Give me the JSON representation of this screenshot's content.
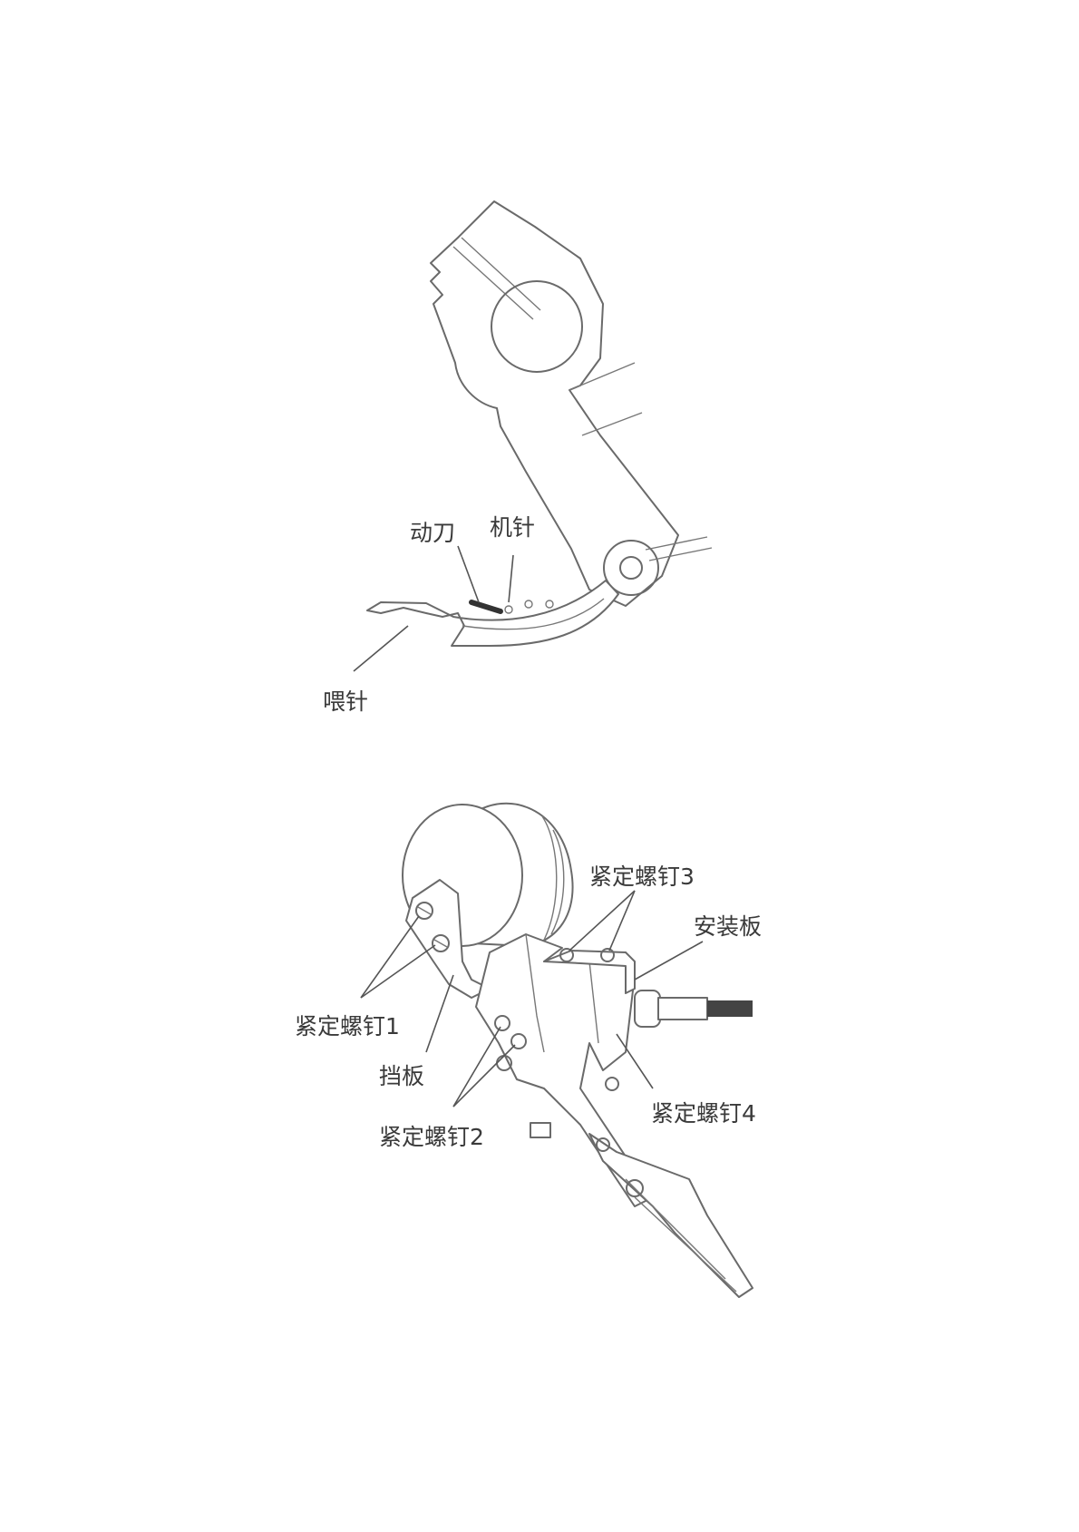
{
  "figure1": {
    "labels": {
      "moving_knife": "动刀",
      "machine_needle": "机针",
      "feed_needle": "喂针"
    }
  },
  "figure2": {
    "labels": {
      "set_screw_1": "紧定螺钉1",
      "set_screw_2": "紧定螺钉2",
      "set_screw_3": "紧定螺钉3",
      "set_screw_4": "紧定螺钉4",
      "baffle": "挡板",
      "mounting_plate": "安装板"
    }
  },
  "colors": {
    "line": "#6a6a6a",
    "text": "#3a3a3a",
    "background": "#ffffff"
  }
}
